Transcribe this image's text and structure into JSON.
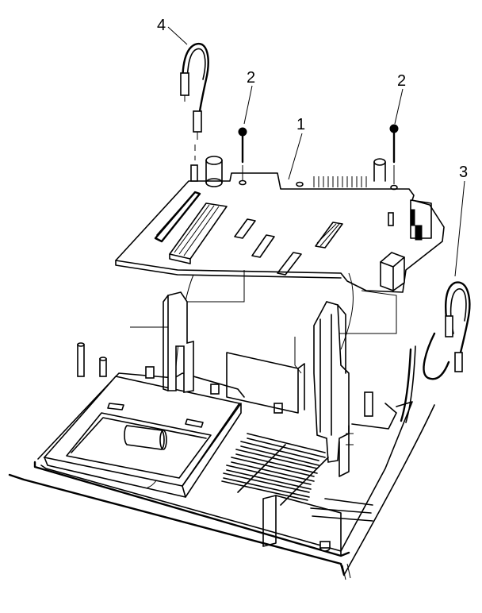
{
  "callouts": [
    {
      "id": "1",
      "label": "1"
    },
    {
      "id": "2a",
      "label": "2"
    },
    {
      "id": "2b",
      "label": "2"
    },
    {
      "id": "3",
      "label": "3"
    },
    {
      "id": "4",
      "label": "4"
    }
  ]
}
